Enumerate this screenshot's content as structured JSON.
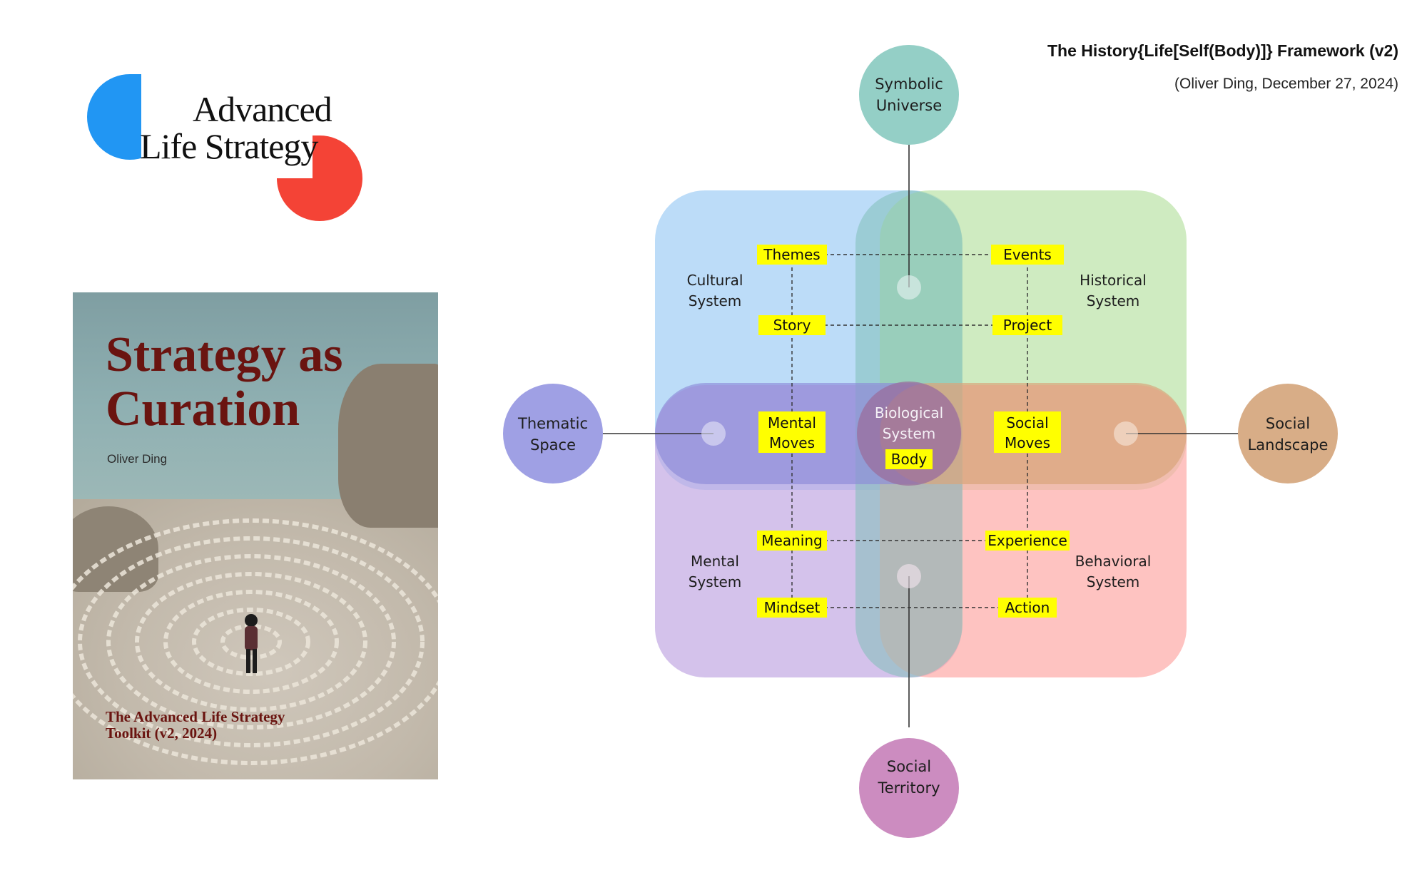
{
  "logo": {
    "line1": "Advanced",
    "line2": "Life Strategy",
    "colors": {
      "blue": "#2196f3",
      "red": "#f44336"
    }
  },
  "cover": {
    "title_line1": "Strategy as",
    "title_line2": "Curation",
    "author": "Oliver Ding",
    "subtitle_line1": "The Advanced Life Strategy",
    "subtitle_line2": "Toolkit (v2, 2024)",
    "title_color": "#6a1410"
  },
  "diagram": {
    "title": "The History{Life[Self(Body)]} Framework (v2)",
    "credit": "(Oliver Ding, December 27, 2024)",
    "systems": {
      "cultural": [
        "Cultural",
        "System"
      ],
      "historical": [
        "Historical",
        "System"
      ],
      "mental": [
        "Mental",
        "System"
      ],
      "behavioral": [
        "Behavioral",
        "System"
      ],
      "biological": [
        "Biological",
        "System"
      ]
    },
    "outer_nodes": {
      "top": [
        "Symbolic",
        "Universe"
      ],
      "left": [
        "Thematic",
        "Space"
      ],
      "right": [
        "Social",
        "Landscape"
      ],
      "bottom": [
        "Social",
        "Territory"
      ]
    },
    "labels": {
      "themes": "Themes",
      "events": "Events",
      "story": "Story",
      "project": "Project",
      "mental_moves": [
        "Mental",
        "Moves"
      ],
      "social_moves": [
        "Social",
        "Moves"
      ],
      "body": "Body",
      "meaning": "Meaning",
      "experience": "Experience",
      "mindset": "Mindset",
      "action": "Action"
    },
    "colors": {
      "cultural": "#9fcdf5",
      "historical": "#b6e0a0",
      "mental": "#c2a8e2",
      "behavioral": "#fdaaa6",
      "vertical_band": "#7fbfb8",
      "horizontal_band": "#8c8ad8",
      "symbolic_universe": "#94cfc6",
      "thematic_space": "#9fa0e4",
      "social_landscape": "#d8ad87",
      "social_territory": "#cc8cc0",
      "label_highlight": "#ffff00"
    }
  }
}
